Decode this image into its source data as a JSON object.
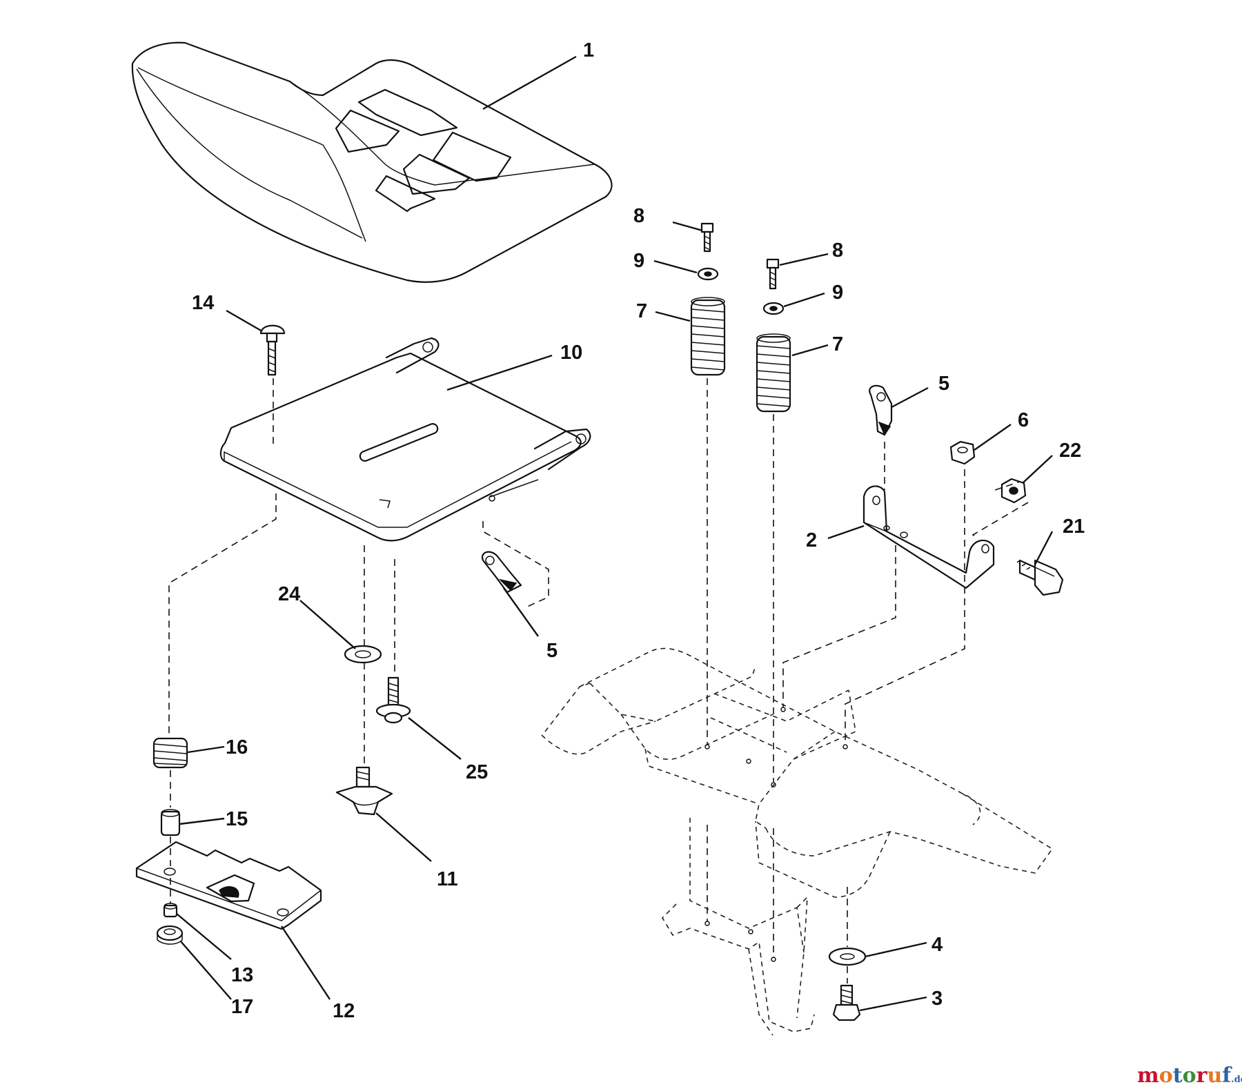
{
  "callouts": {
    "c1": "1",
    "c2": "2",
    "c3": "3",
    "c4": "4",
    "c5a": "5",
    "c5b": "5",
    "c6": "6",
    "c7a": "7",
    "c7b": "7",
    "c8a": "8",
    "c8b": "8",
    "c9a": "9",
    "c9b": "9",
    "c10": "10",
    "c11": "11",
    "c12": "12",
    "c13": "13",
    "c14": "14",
    "c15": "15",
    "c16": "16",
    "c17": "17",
    "c21": "21",
    "c22": "22",
    "c24": "24",
    "c25": "25"
  },
  "watermark": {
    "brand": "motoruf",
    "suffix": ".de",
    "colors": [
      "#c8102e",
      "#e87722",
      "#2f63a8",
      "#3a8d3a"
    ]
  }
}
